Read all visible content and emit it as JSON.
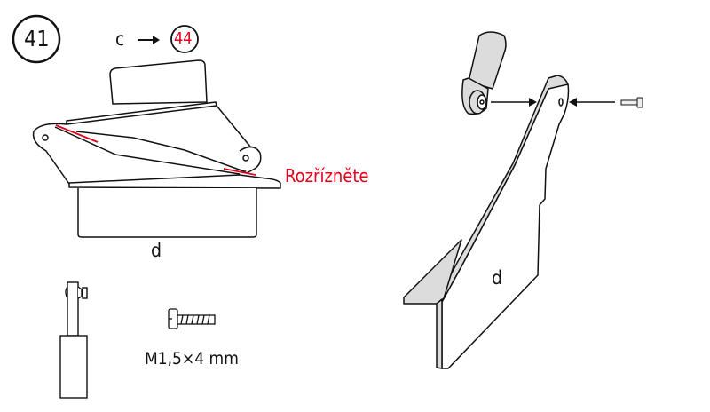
{
  "step": {
    "number": "41"
  },
  "reference": {
    "part": "c",
    "arrow": "→",
    "target_step": "44"
  },
  "instruction": {
    "cut_label": "Rozřízněte"
  },
  "left_view": {
    "part_label": "d"
  },
  "right_view": {
    "part_label": "d"
  },
  "screw": {
    "spec": "M1,5×4 mm"
  },
  "colors": {
    "line": "#111111",
    "accent_red": "#e3001b",
    "fill_gray": "#dcdcdc"
  }
}
